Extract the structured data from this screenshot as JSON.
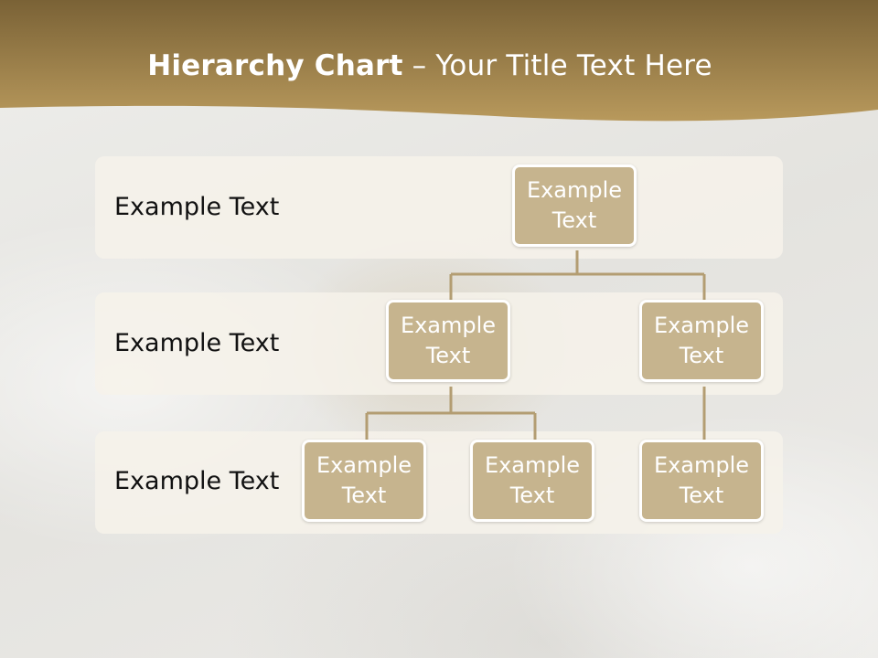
{
  "slide": {
    "title_bold": "Hierarchy Chart",
    "title_rest": " – Your Title Text Here"
  },
  "rows": [
    {
      "label": "Example Text"
    },
    {
      "label": "Example Text"
    },
    {
      "label": "Example Text"
    }
  ],
  "nodes": [
    {
      "text": "Example Text"
    },
    {
      "text": "Example Text"
    },
    {
      "text": "Example Text"
    },
    {
      "text": "Example Text"
    },
    {
      "text": "Example Text"
    },
    {
      "text": "Example Text"
    }
  ],
  "colors": {
    "header_dark": "#7a6236",
    "header_light": "#b8995c",
    "node_fill": "#c6b48e",
    "connector": "#b39d72",
    "band_fill": "#f6f2ea"
  }
}
